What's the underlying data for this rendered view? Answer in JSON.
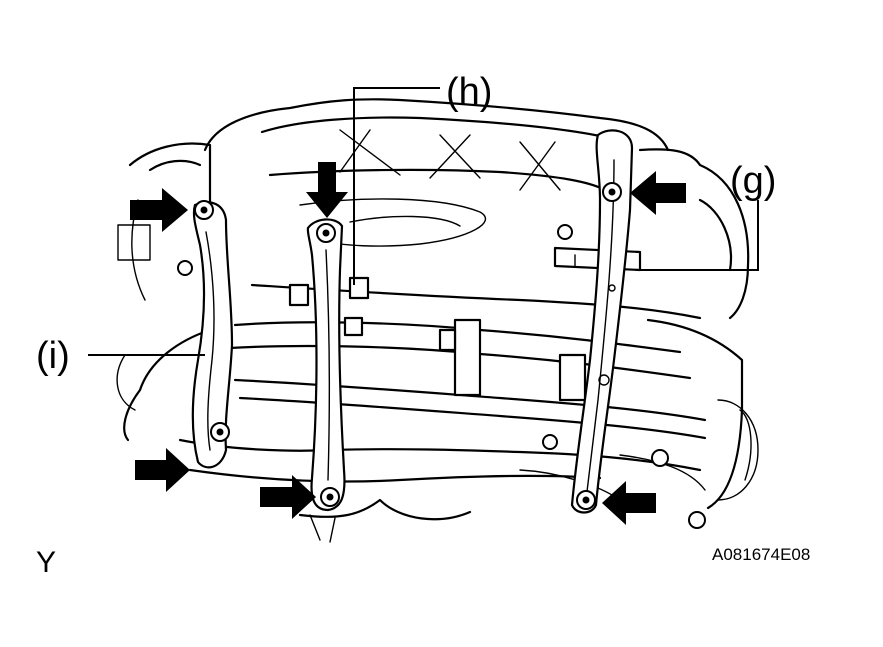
{
  "callouts": {
    "h": "(h)",
    "g": "(g)",
    "i": "(i)"
  },
  "view_label": "Y",
  "figure_code": "A081674E08",
  "colors": {
    "line": "#000000",
    "background": "#ffffff"
  },
  "icons": {
    "arrow": "solid-black-arrow",
    "fastener": "hex-nut"
  }
}
